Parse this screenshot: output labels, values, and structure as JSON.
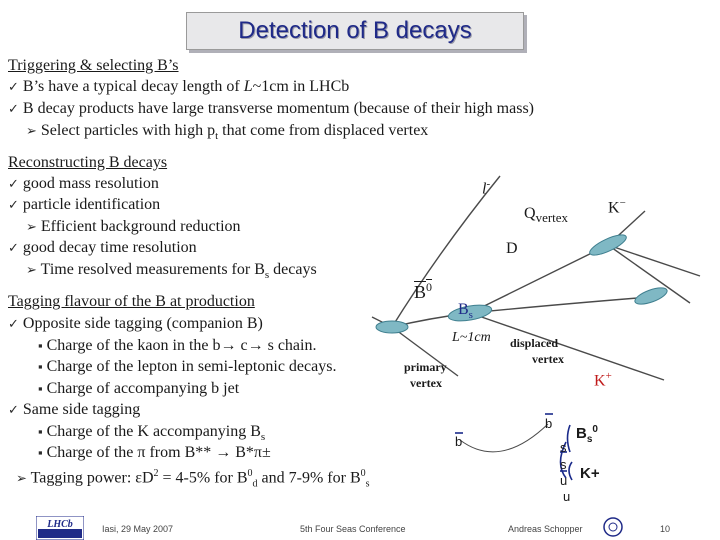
{
  "title": "Detection of B decays",
  "section1": {
    "header": "Triggering & selecting B’s",
    "items": [
      {
        "pre": "B’s have a typical decay length of ",
        "em": "L",
        "post": "~1cm in LHCb"
      },
      {
        "text": "B decay products have large transverse momentum (because of their high mass)"
      }
    ],
    "sub": {
      "pre": "Select particles with high p",
      "sub": "t",
      "post": " that come from displaced vertex"
    }
  },
  "section2": {
    "header": "Reconstructing B decays",
    "items": [
      "good mass resolution",
      "particle identification",
      "good decay time resolution"
    ],
    "sub1": "Efficient background reduction",
    "sub2": {
      "pre": "Time resolved measurements for B",
      "sub": "s",
      "post": " decays"
    }
  },
  "section3": {
    "header": "Tagging flavour of the B at production",
    "opposite": "Opposite side tagging (companion B)",
    "opp_items": [
      "Charge of the kaon in the b→ c→ s chain.",
      "Charge of the lepton in semi-leptonic decays.",
      "Charge of accompanying b jet"
    ],
    "same": "Same side tagging",
    "same_items": [
      {
        "pre": "Charge of the K accompanying B",
        "sub": "s",
        "post": ""
      },
      {
        "text": "Charge of the π from B** → B*π±"
      }
    ],
    "power": {
      "a": "Tagging power: εD",
      "sup": "2",
      "b": " = 4-5% for B",
      "sup2": "0",
      "sub2": "d",
      "c": " and 7-9% for B",
      "sup3": "0",
      "sub3": "s"
    }
  },
  "diagram": {
    "l_minus": "l",
    "l_minus_sup": "-",
    "q_vertex": "Q",
    "q_vertex_sub": "vertex",
    "k_minus": "K",
    "k_minus_sup": "−",
    "d_label": "D",
    "b0_label": "B",
    "b0_sup": "0",
    "bs_label": "B",
    "bs_sub": "s",
    "l1cm": "L~1cm",
    "displaced": "displaced",
    "vertex_word": "vertex",
    "primary": "primary",
    "primary_vertex": "vertex",
    "k_plus": "K",
    "k_plus_sup": "+",
    "b_bar_left": "b",
    "b_bar_right": "b",
    "bs0": "B",
    "bs0_sub": "s",
    "bs0_sup": "0",
    "s_top": "s",
    "s_bot": "s",
    "u_bar": "u",
    "u_plain": "u",
    "k_plus2": "K+"
  },
  "footer": {
    "date": "Iasi, 29 May 2007",
    "conference": "5th Four Seas Conference",
    "author": "Andreas Schopper",
    "page": "10",
    "logo_text": "LHCb"
  },
  "colors": {
    "title": "#1f2a88",
    "vertex_fill": "#7fb8c4",
    "vertex_edge": "#3f7f8f",
    "track": "#4a4a4a",
    "bmark": "#1a2a8a"
  }
}
